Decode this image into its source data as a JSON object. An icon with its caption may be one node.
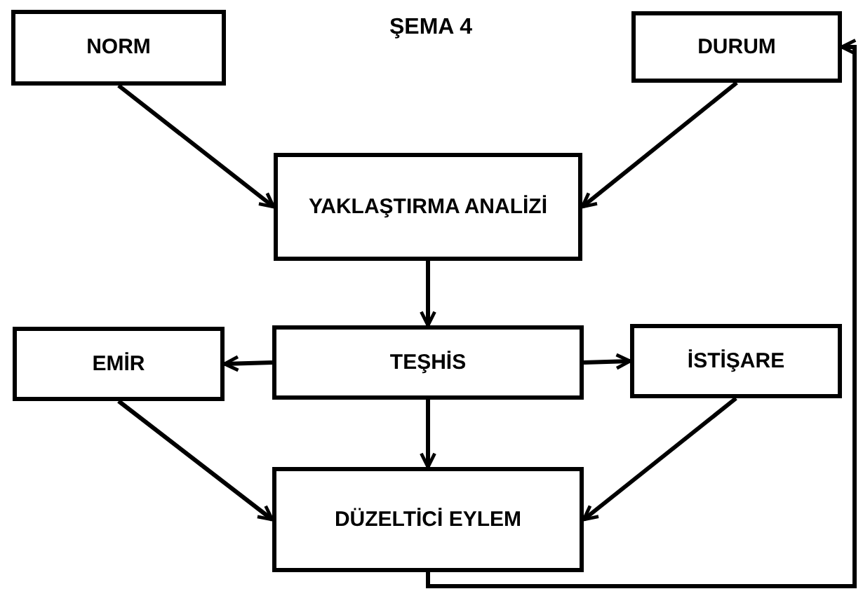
{
  "diagram": {
    "title": "ŞEMA 4",
    "nodes": [
      {
        "text": [
          "NORM"
        ]
      },
      {
        "text": [
          "DURUM"
        ]
      },
      {
        "text": [
          "YAKLAŞTIRMA ANALİZİ"
        ]
      },
      {
        "text": [
          "EMİR"
        ]
      },
      {
        "text": [
          "TEŞHİS"
        ]
      },
      {
        "text": [
          "İSTİŞARE"
        ]
      },
      {
        "text": [
          "DÜZELTİCİ EYLEM"
        ]
      }
    ],
    "edges": [
      {
        "from": 0,
        "to": 2,
        "arrow": "to"
      },
      {
        "from": 1,
        "to": 2,
        "arrow": "to"
      },
      {
        "from": 2,
        "to": 4,
        "arrow": "to"
      },
      {
        "from": 4,
        "to": 3,
        "arrow": "to"
      },
      {
        "from": 4,
        "to": 5,
        "arrow": "to"
      },
      {
        "from": 4,
        "to": 6,
        "arrow": "to"
      },
      {
        "from": 3,
        "to": 6,
        "arrow": "to"
      },
      {
        "from": 5,
        "to": 6,
        "arrow": "to"
      },
      {
        "from": 6,
        "to": 1,
        "arrow": "to"
      }
    ]
  }
}
